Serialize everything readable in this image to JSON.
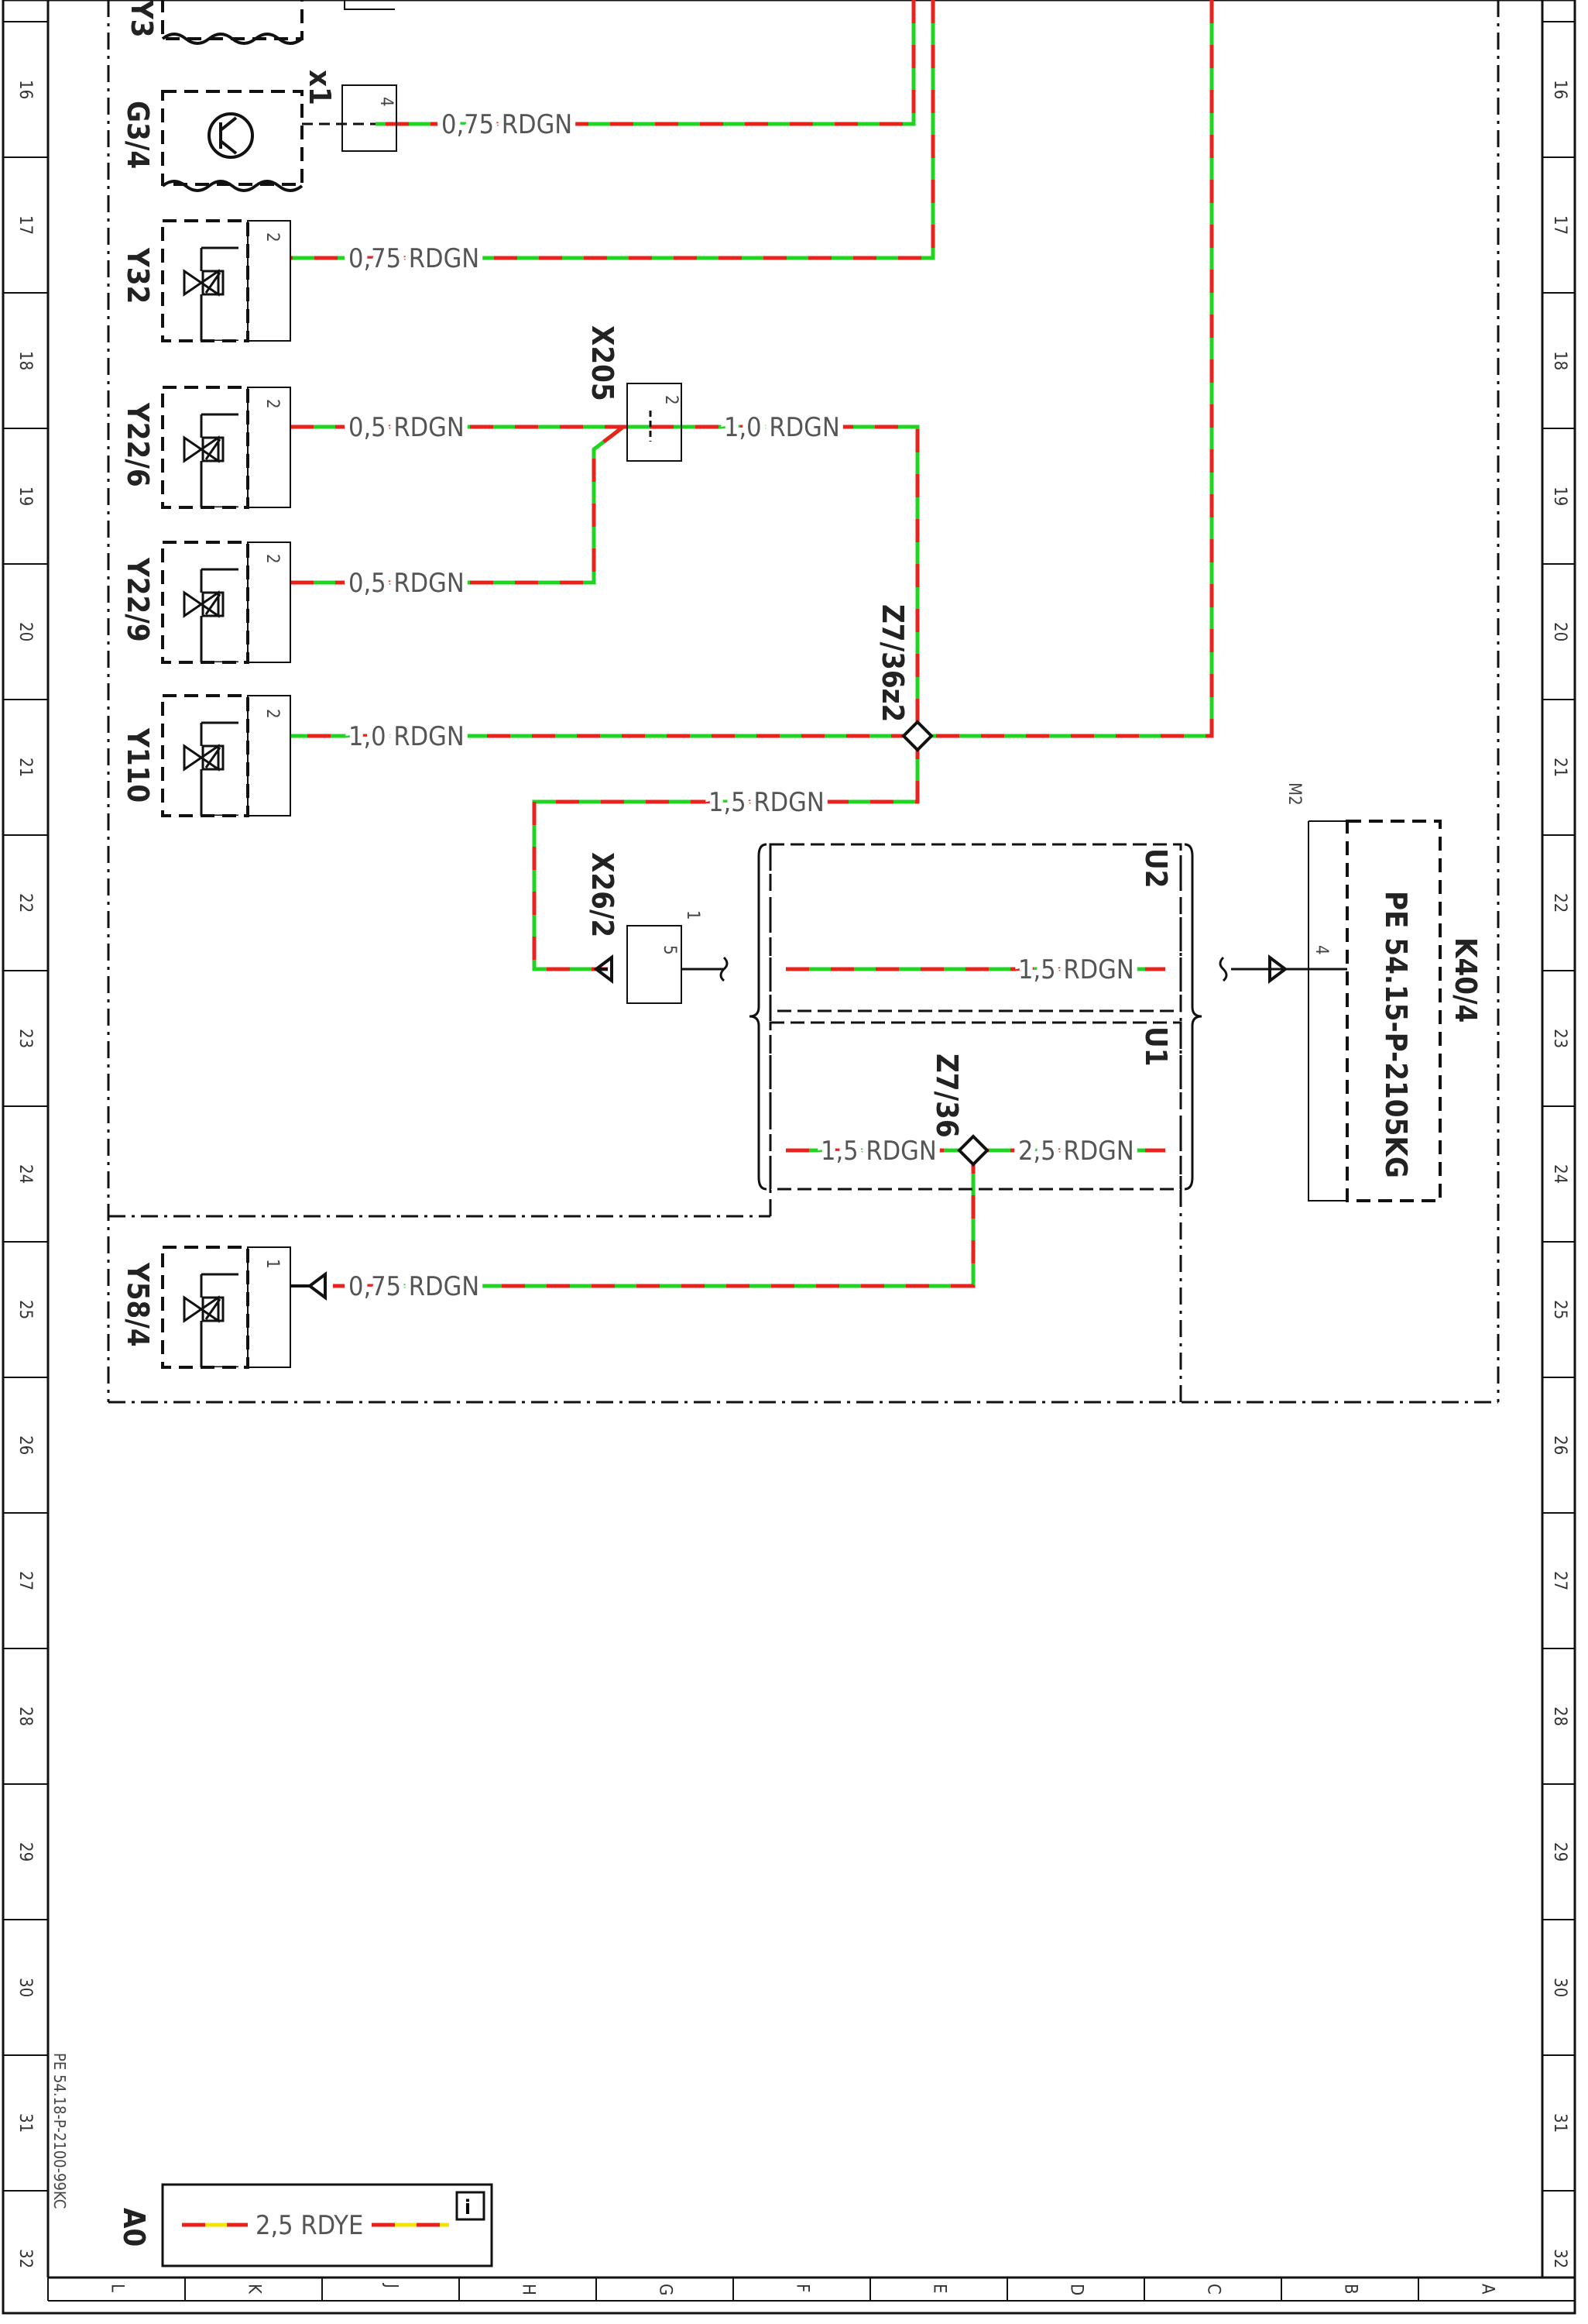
{
  "grid": {
    "rows": [
      "16",
      "17",
      "18",
      "19",
      "20",
      "21",
      "22",
      "23",
      "24",
      "25",
      "26",
      "27",
      "28",
      "29",
      "30",
      "31",
      "32"
    ],
    "cols": [
      "L",
      "K",
      "J",
      "H",
      "G",
      "F",
      "E",
      "D",
      "C",
      "B",
      "A"
    ]
  },
  "components": {
    "y3": "Y3",
    "g3_4": "G3/4",
    "y32": "Y32",
    "y22_6": "Y22/6",
    "y22_9": "Y22/9",
    "y110": "Y110",
    "y58_4": "Y58/4",
    "x205": "X205",
    "x26_2": "X26/2",
    "z7_36z2": "Z7/36z2",
    "z7_36": "Z7/36",
    "u1": "U1",
    "u2": "U2",
    "k40_4": "K40/4",
    "x1": "x1",
    "a0": "A0"
  },
  "pins": {
    "g3_4": "4",
    "y32": "2",
    "y22_6": "2",
    "x205": "2",
    "y22_9": "2",
    "y110": "2",
    "x26_2_a": "1",
    "x26_2_b": "5",
    "y58_4": "1",
    "k40_4": "4",
    "k40_m2": "M2"
  },
  "wires": {
    "g3_4": "0,75 RDGN",
    "y32": "0,75 RDGN",
    "y22_6": "0,5 RDGN",
    "x205_out": "1,0 RDGN",
    "y22_9": "0,5 RDGN",
    "y110": "1,0 RDGN",
    "z7_36z2_down": "1,5 RDGN",
    "u2": "1,5 RDGN",
    "u1_left": "1,5 RDGN",
    "u1_right": "2,5 RDGN",
    "y58_4": "0,75 RDGN",
    "a0_legend": "2,5 RDYE"
  },
  "reference": "PE 54.15-P-2105KG",
  "doc_number": "PE 54.18-P-2100-99KC",
  "colors": {
    "red": "#e8231c",
    "green": "#22d422",
    "yellow": "#f2e600",
    "ink": "#111111"
  }
}
